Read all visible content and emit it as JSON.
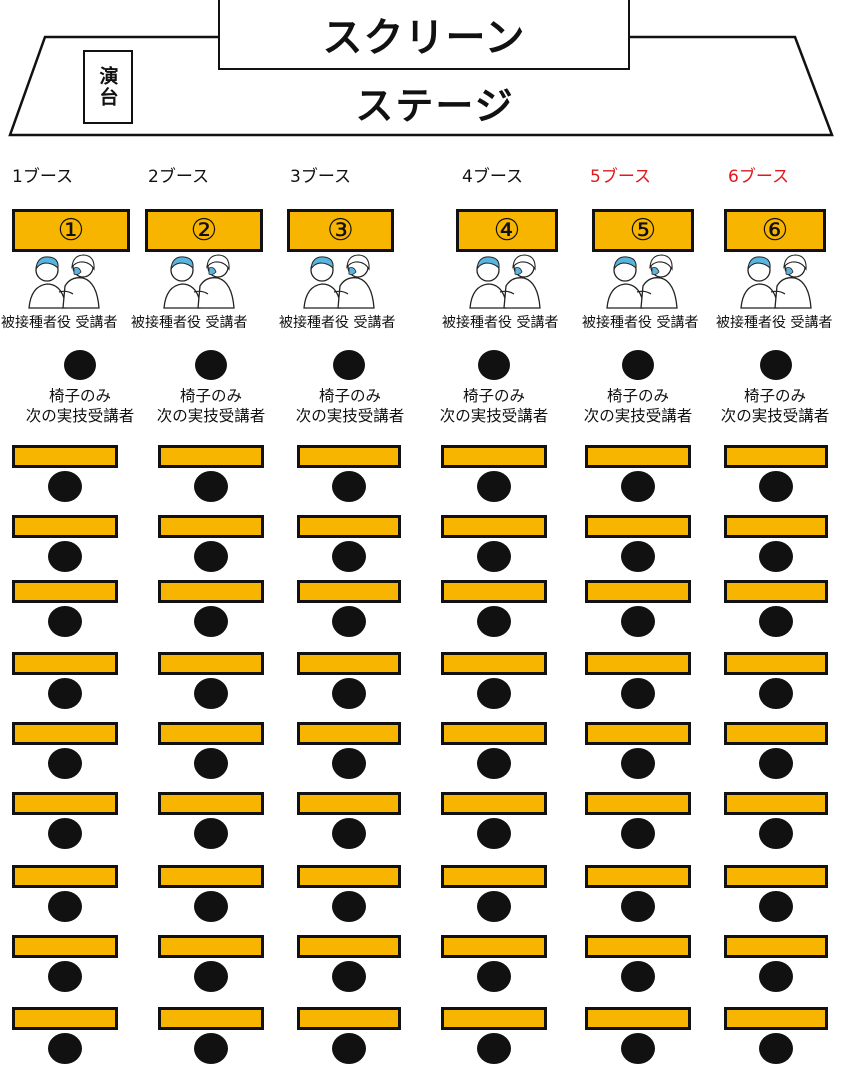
{
  "venue": {
    "screen_label": "スクリーン",
    "stage_label": "ステージ",
    "podium_label": "演台"
  },
  "booths": [
    {
      "label": "1ブース",
      "number": "①",
      "left_role": "被接種者役",
      "right_role": "受講者",
      "chair_line1": "椅子のみ",
      "chair_line2": "次の実技受講者",
      "highlight": false
    },
    {
      "label": "2ブース",
      "number": "②",
      "left_role": "被接種者役",
      "right_role": "受講者",
      "chair_line1": "椅子のみ",
      "chair_line2": "次の実技受講者",
      "highlight": false
    },
    {
      "label": "3ブース",
      "number": "③",
      "left_role": "被接種者役",
      "right_role": "受講者",
      "chair_line1": "椅子のみ",
      "chair_line2": "次の実技受講者",
      "highlight": false
    },
    {
      "label": "4ブース",
      "number": "④",
      "left_role": "被接種者役",
      "right_role": "受講者",
      "chair_line1": "椅子のみ",
      "chair_line2": "次の実技受講者",
      "highlight": false
    },
    {
      "label": "5ブース",
      "number": "⑤",
      "left_role": "被接種者役",
      "right_role": "受講者",
      "chair_line1": "椅子のみ",
      "chair_line2": "次の実技受講者",
      "highlight": true
    },
    {
      "label": "6ブース",
      "number": "⑥",
      "left_role": "被接種者役",
      "right_role": "受講者",
      "chair_line1": "椅子のみ",
      "chair_line2": "次の実技受講者",
      "highlight": true
    }
  ],
  "seating": {
    "rows": 9
  },
  "colors": {
    "table": "#f8b500",
    "seat": "#111111",
    "highlight_text": "#e0191d"
  }
}
